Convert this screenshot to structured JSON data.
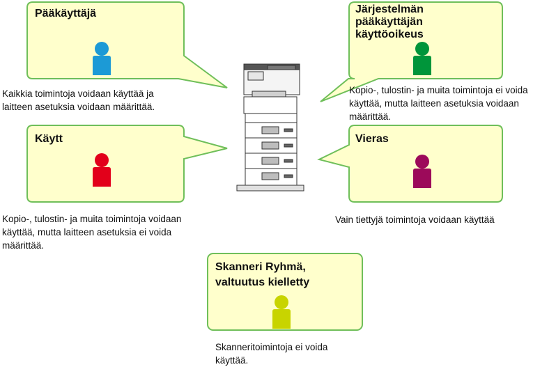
{
  "colors": {
    "bubble_fill": "#ffffcc",
    "bubble_border": "#6fbf5a",
    "admin": "#1c9ad6",
    "power_admin": "#00953a",
    "user": "#e2001a",
    "guest": "#9c0a5a",
    "scanner_group": "#c8d400"
  },
  "roles": {
    "admin": {
      "title": "Pääkäyttäjä",
      "icon": "person-icon",
      "description_lines": [
        "Kaikkia toimintoja voidaan käyttää ja",
        "laitteen asetuksia voidaan määrittää."
      ]
    },
    "power_admin": {
      "title_lines": [
        "Järjestelmän",
        "pääkäyttäjän",
        "käyttöoikeus"
      ],
      "icon": "person-icon",
      "description_lines": [
        "Kopio-, tulostin- ja muita toimintoja ei voida",
        "käyttää, mutta laitteen asetuksia voidaan",
        "määrittää."
      ]
    },
    "user": {
      "title": "Käytt",
      "icon": "person-icon",
      "description_lines": [
        "Kopio-, tulostin- ja muita toimintoja voidaan",
        "käyttää, mutta laitteen asetuksia ei voida",
        "määrittää."
      ]
    },
    "guest": {
      "title": "Vieras",
      "icon": "person-icon",
      "description_lines": [
        "Vain tiettyjä toimintoja voidaan käyttää"
      ]
    },
    "scanner_group": {
      "title_lines": [
        "Skanneri Ryhmä,",
        "valtuutus kielletty"
      ],
      "icon": "person-icon",
      "description_lines": [
        "Skanneritoimintoja ei voida",
        "käyttää."
      ]
    }
  },
  "device": {
    "icon": "multifunction-printer-icon"
  }
}
